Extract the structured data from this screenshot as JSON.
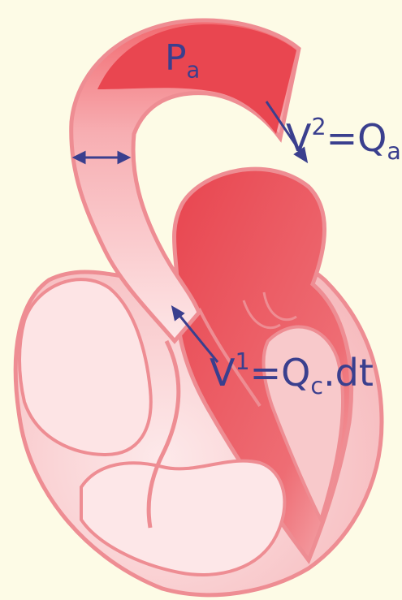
{
  "labels": {
    "pressure": {
      "base": "P",
      "sub": "a"
    },
    "aortic_volume": {
      "base": "V",
      "sup": "2",
      "eq": "=Q",
      "sub": "a"
    },
    "ventricular_volume": {
      "base": "V",
      "sup": "1",
      "eq": "=Q",
      "sub": "c",
      "tail": ".dt"
    }
  },
  "colors": {
    "background": "#fdfbe6",
    "deep_red": "#e8454f",
    "light_pink": "#fbe3e4",
    "mid_pink": "#f5a7ab",
    "outline": "#ee8d93",
    "label": "#3a3f8e"
  }
}
